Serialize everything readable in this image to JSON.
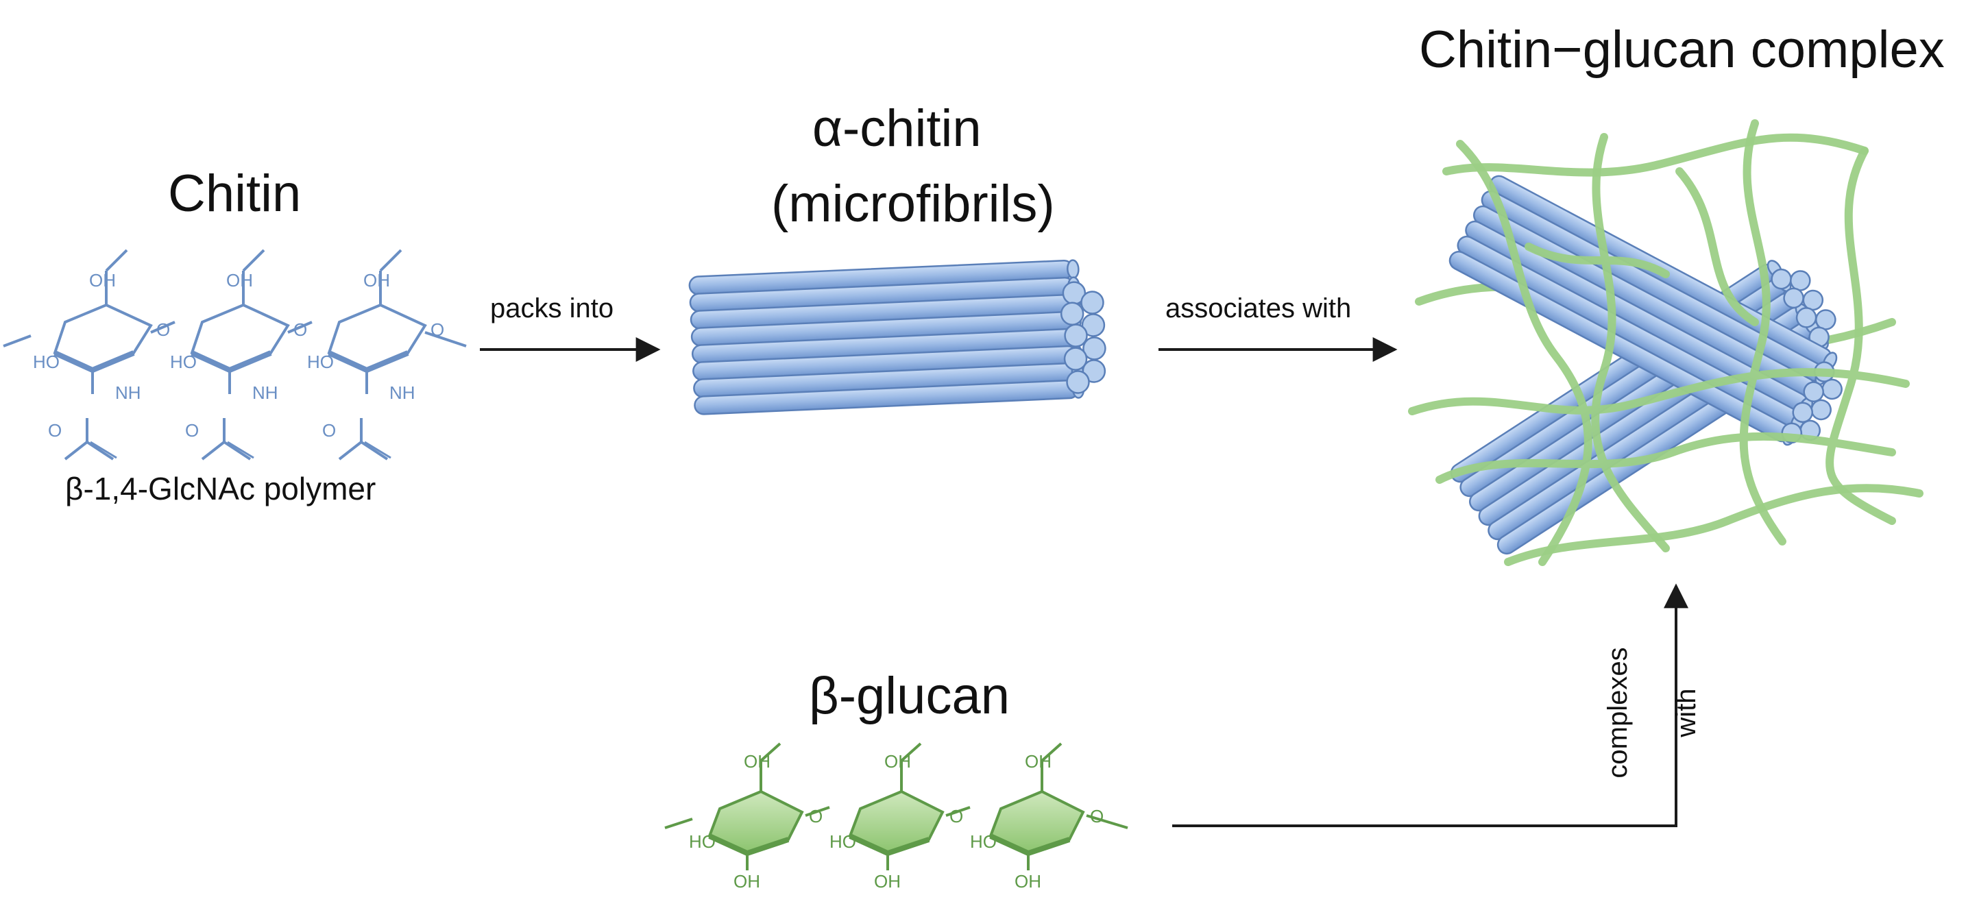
{
  "nodes": {
    "chitin": {
      "title": "Chitin",
      "subtitle": "β-1,4-GlcNAc polymer"
    },
    "alpha_chitin": {
      "title_line1": "α-chitin",
      "title_line2": "(microfibrils)"
    },
    "complex": {
      "title": "Chitin−glucan complex"
    },
    "beta_glucan": {
      "title": "β-glucan"
    }
  },
  "edges": {
    "packs": "packs into",
    "associates": "associates with",
    "complexes_line1": "complexes",
    "complexes_line2": "with"
  },
  "atoms": {
    "oh": "OH",
    "ho": "HO",
    "nh": "NH",
    "o": "O"
  },
  "colors": {
    "chitin_structure": "#6a8fc4",
    "fibril_fill": "#9dbbe6",
    "fibril_edge": "#5a7fb8",
    "glucan_fill": "#a9d38f",
    "glucan_stroke": "#5e9a48",
    "network": "#9ccf86",
    "arrow": "#1a1a1a"
  }
}
